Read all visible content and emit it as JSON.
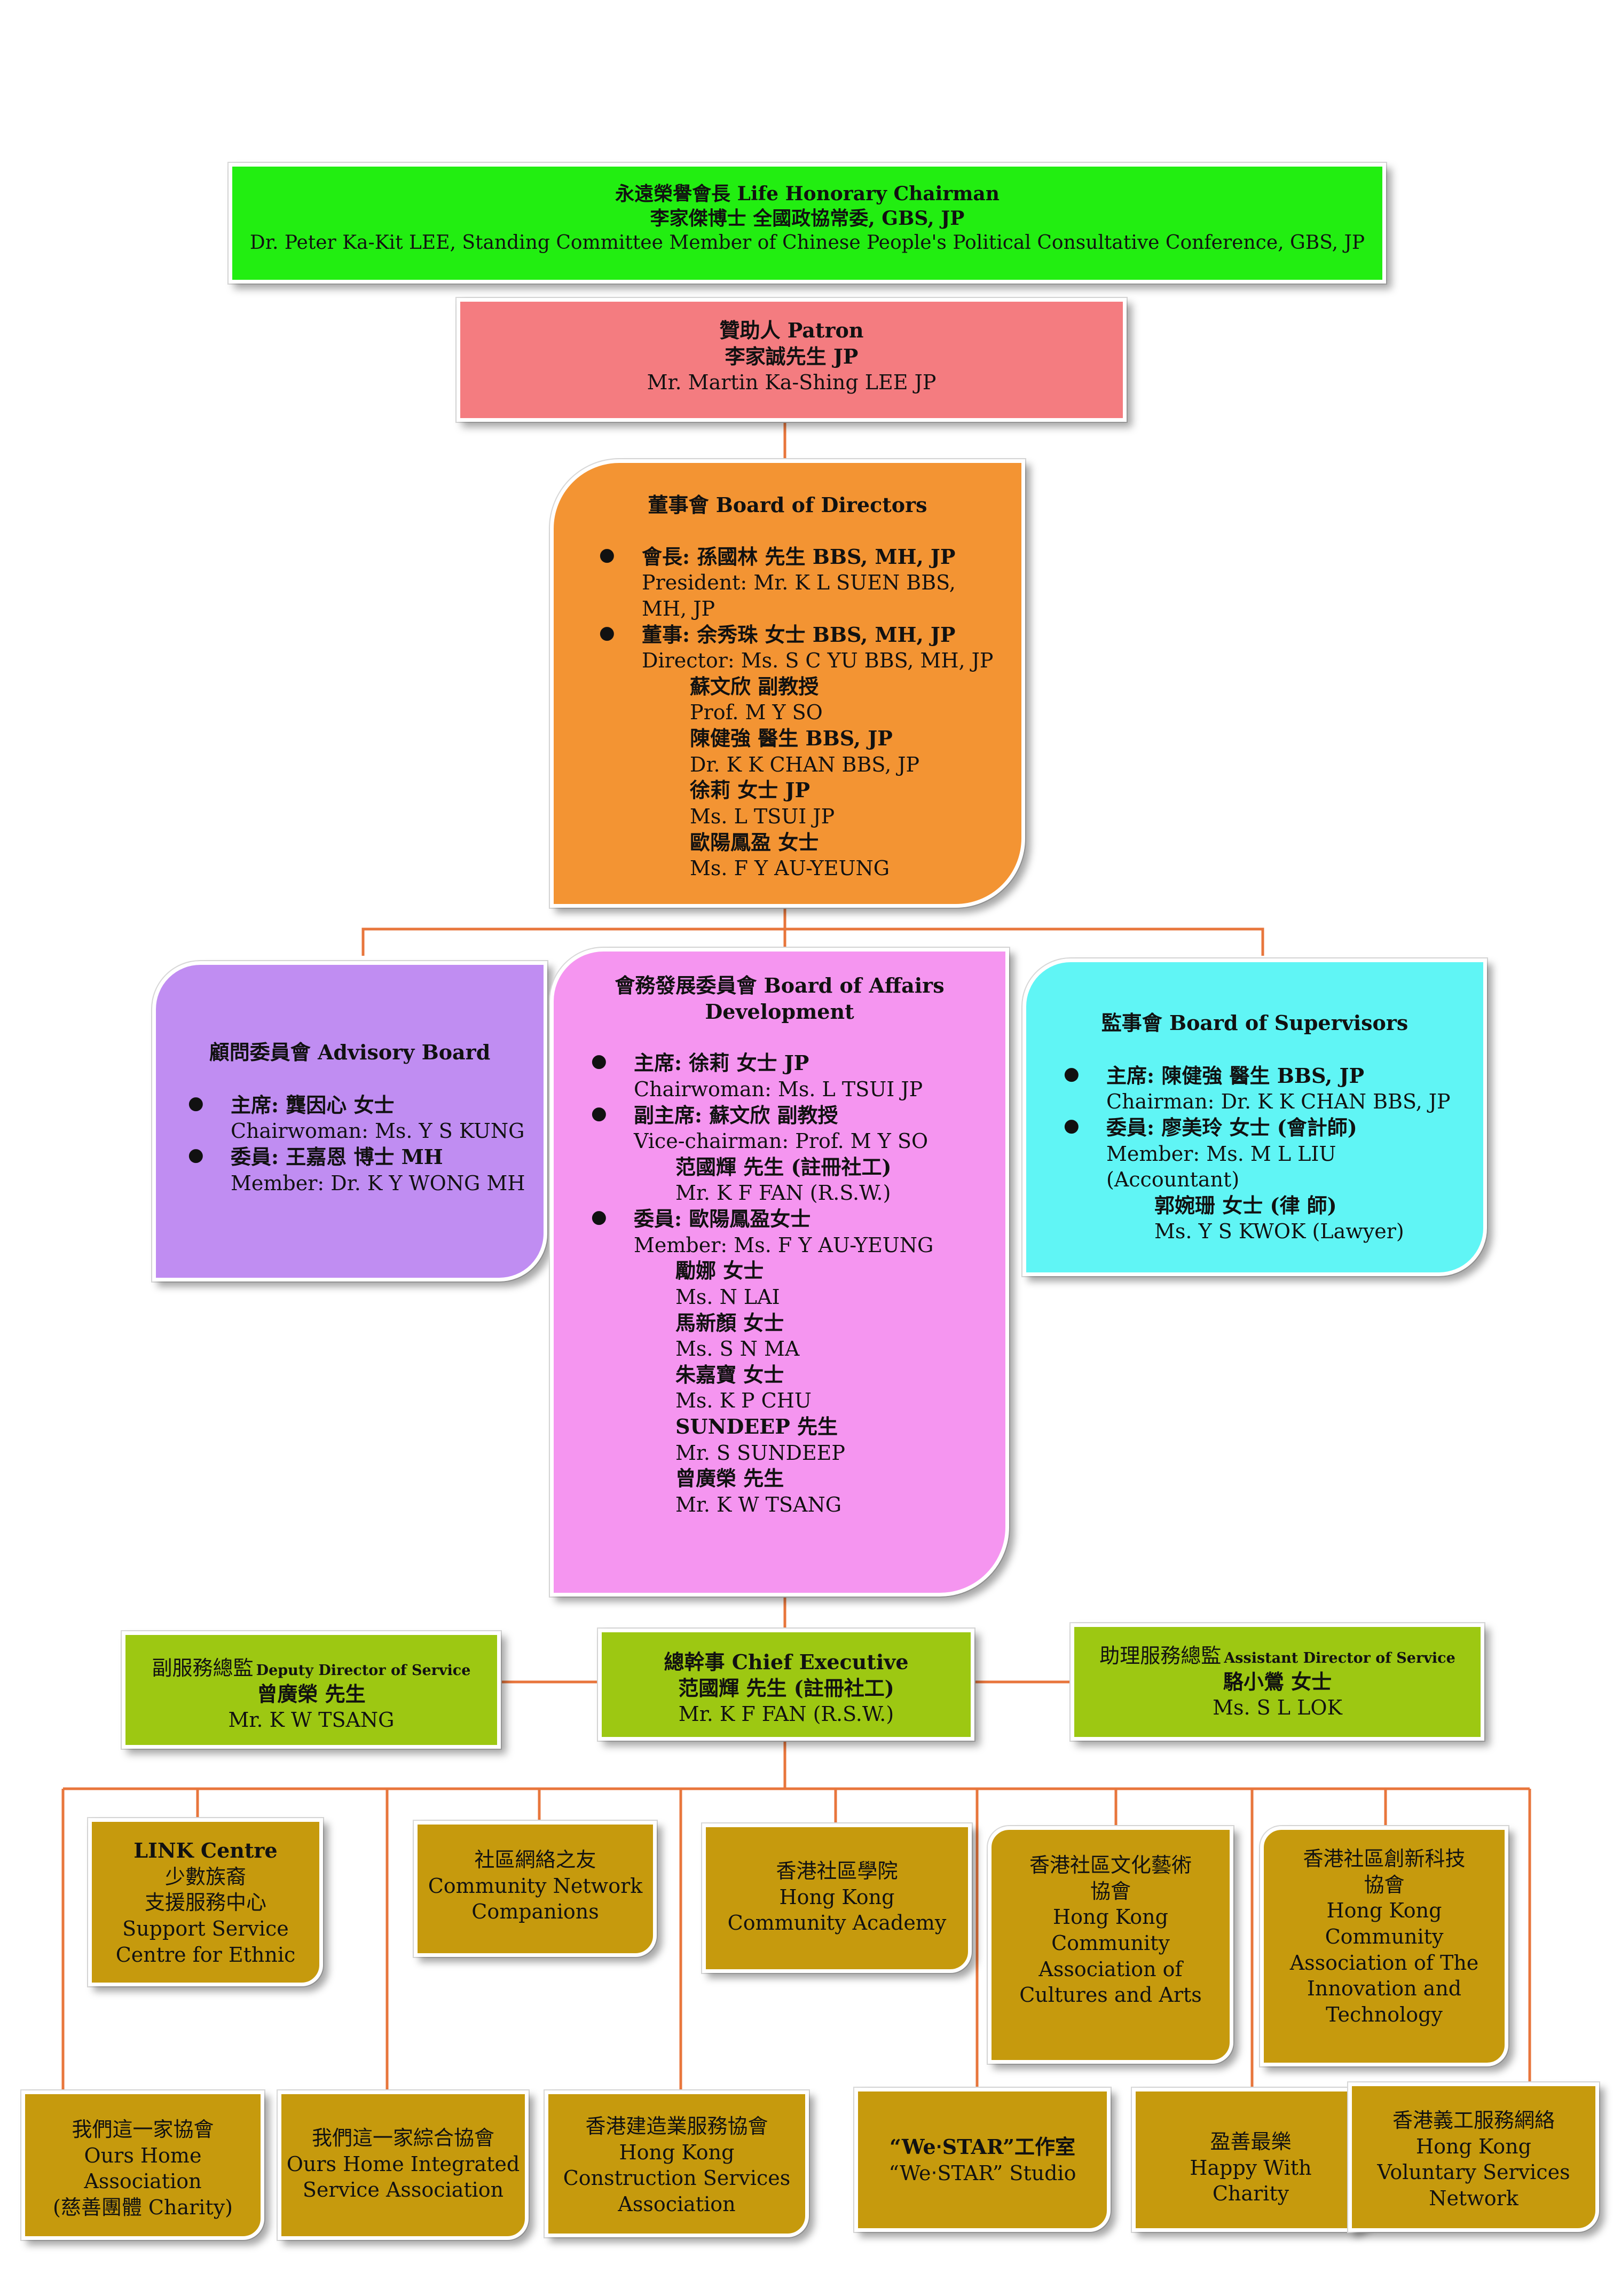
{
  "chairman": {
    "title_zh": "永遠榮譽會長",
    "title_en": "Life Honorary Chairman",
    "name_zh": "李家傑博士 全國政協常委, GBS, JP",
    "name_en": "Dr. Peter Ka-Kit LEE, Standing Committee Member of Chinese People's Political Consultative Conference, GBS, JP"
  },
  "patron": {
    "title_zh": "贊助人",
    "title_en": "Patron",
    "name_zh": "李家誠先生 JP",
    "name_en": "Mr. Martin Ka-Shing LEE JP"
  },
  "directors": {
    "title_zh": "董事會",
    "title_en": "Board of Directors",
    "president_zh": "會長: 孫國林 先生 BBS, MH, JP",
    "president_en": "President: Mr. K L SUEN BBS, MH, JP",
    "director_zh": "董事: 余秀珠 女士 BBS, MH, JP",
    "director_en": "Director: Ms. S C YU BBS, MH, JP",
    "others": [
      {
        "zh": "蘇文欣 副教授",
        "en": "Prof. M Y SO"
      },
      {
        "zh": "陳健強 醫生 BBS, JP",
        "en": "Dr. K K CHAN BBS, JP"
      },
      {
        "zh": "徐莉 女士 JP",
        "en": "Ms. L TSUI JP"
      },
      {
        "zh": "歐陽鳳盈 女士",
        "en": "Ms. F Y AU-YEUNG"
      }
    ]
  },
  "advisory": {
    "title_zh": "顧問委員會",
    "title_en": "Advisory Board",
    "chair_zh": "主席: 龔因心 女士",
    "chair_en": "Chairwoman: Ms. Y S KUNG",
    "member_zh": "委員: 王嘉恩 博士 MH",
    "member_en": "Member: Dr. K Y WONG MH"
  },
  "affairs": {
    "title_zh": "會務發展委員會",
    "title_en1": "Board of Affairs",
    "title_en2": "Development",
    "chair_zh": "主席: 徐莉 女士 JP",
    "chair_en": "Chairwoman: Ms. L TSUI JP",
    "vice_zh": "副主席: 蘇文欣 副教授",
    "vice_en": "Vice-chairman: Prof. M Y SO",
    "vice2_zh": "范國輝 先生 (註冊社工)",
    "vice2_en": "Mr. K F FAN (R.S.W.)",
    "member_zh": "委員: 歐陽鳳盈女士",
    "member_en": "Member: Ms. F Y AU-YEUNG",
    "others": [
      {
        "zh": "勵娜 女士",
        "en": "Ms. N LAI"
      },
      {
        "zh": "馬新顏 女士",
        "en": "Ms. S N MA"
      },
      {
        "zh": "朱嘉寶 女士",
        "en": "Ms. K P CHU"
      },
      {
        "zh": "SUNDEEP 先生",
        "en": "Mr. S SUNDEEP"
      },
      {
        "zh": "曾廣榮 先生",
        "en": "Mr. K W TSANG"
      }
    ]
  },
  "supervisors": {
    "title_zh": "監事會",
    "title_en": "Board of Supervisors",
    "chair_zh": "主席: 陳健強 醫生 BBS, JP",
    "chair_en": "Chairman: Dr. K K CHAN BBS, JP",
    "member_zh": "委員: 廖美玲 女士 (會計師)",
    "member_en": "Member: Ms. M L LIU (Accountant)",
    "member2_zh": "郭婉珊 女士 (律 師)",
    "member2_en": "Ms. Y S KWOK (Lawyer)"
  },
  "deputy": {
    "title_zh": "副服務總監",
    "title_en": "Deputy Director of Service",
    "name_zh": "曾廣榮 先生",
    "name_en": "Mr. K W TSANG"
  },
  "chief": {
    "title_zh": "總幹事",
    "title_en": "Chief Executive",
    "name_zh": "范國輝 先生 (註冊社工)",
    "name_en": "Mr. K F FAN (R.S.W.)"
  },
  "assistant": {
    "title_zh": "助理服務總監",
    "title_en": "Assistant Director of Service",
    "name_zh": "駱小鶯 女士",
    "name_en": "Ms. S L LOK"
  },
  "units_row1": [
    {
      "lines": [
        "LINK Centre",
        "少數族裔",
        "支援服務中心",
        "Support Service",
        "Centre for Ethnic"
      ],
      "bold_first": true
    },
    {
      "lines": [
        "社區網絡之友",
        "Community Network",
        "Companions"
      ]
    },
    {
      "lines": [
        "香港社區學院",
        "Hong Kong",
        "Community Academy"
      ]
    },
    {
      "lines": [
        "香港社區文化藝術",
        "協會",
        "Hong Kong",
        "Community",
        "Association of",
        "Cultures and Arts"
      ]
    },
    {
      "lines": [
        "香港社區創新科技",
        "協會",
        "Hong Kong",
        "Community",
        "Association of The",
        "Innovation and",
        "Technology"
      ]
    }
  ],
  "units_row2": [
    {
      "lines": [
        "我們這一家協會",
        "Ours Home",
        "Association",
        "(慈善團體 Charity)"
      ]
    },
    {
      "lines": [
        "我們這一家綜合協會",
        "Ours Home Integrated",
        "Service Association"
      ]
    },
    {
      "lines": [
        "香港建造業服務協會",
        "Hong Kong",
        "Construction Services",
        "Association"
      ]
    },
    {
      "lines": [
        "“We‧STAR”工作室",
        "“We‧STAR” Studio"
      ],
      "bold_first": true
    },
    {
      "lines": [
        "盈善最樂",
        "Happy With",
        "Charity"
      ]
    },
    {
      "lines": [
        "香港義工服務網絡",
        "Hong Kong",
        "Voluntary Services",
        "Network"
      ]
    }
  ],
  "colors": {
    "chairman": "#22ee11",
    "patron": "#f47c80",
    "directors": "#f39433",
    "advisory": "#c08df2",
    "affairs": "#f595f0",
    "supervisors": "#60f5f5",
    "exec": "#9dc812",
    "unit": "#c69a0d",
    "connector": "#e8763c"
  }
}
